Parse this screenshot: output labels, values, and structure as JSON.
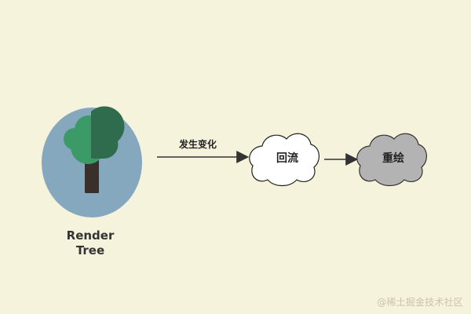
{
  "nodes": {
    "render_tree": {
      "line1": "Render",
      "line2": "Tree"
    },
    "reflow": {
      "label": "回流"
    },
    "repaint": {
      "label": "重绘"
    }
  },
  "edges": {
    "change_label": "发生变化"
  },
  "watermark": "@稀土掘金技术社区",
  "colors": {
    "background": "#f5f3dc",
    "circle": "#86a8bf",
    "tree_trunk": "#3b2f2b",
    "foliage_light": "#3c9a66",
    "foliage_dark": "#2f6c4d",
    "reflow_cloud": "#ffffff",
    "repaint_cloud": "#b3b3b3"
  }
}
